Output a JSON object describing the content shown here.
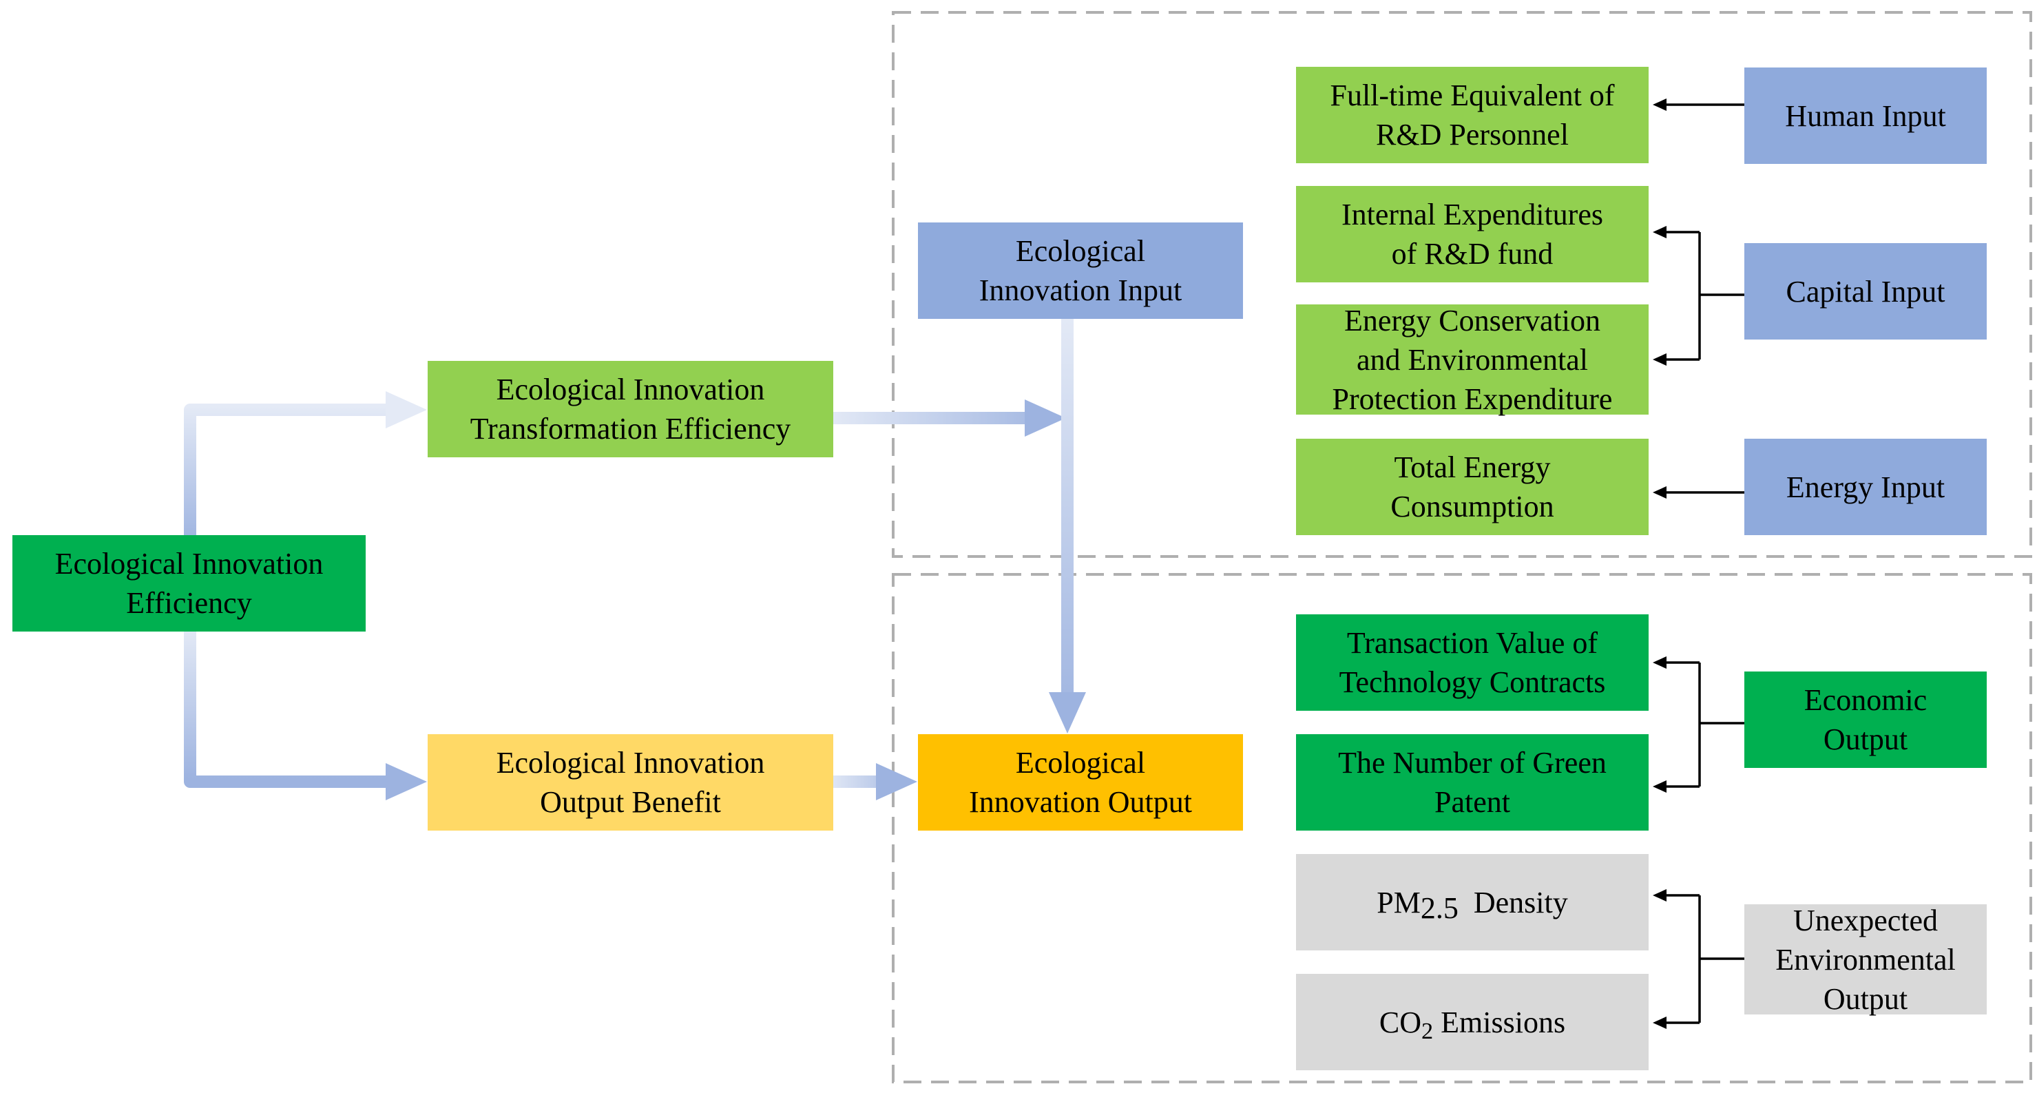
{
  "colors": {
    "blue": "#8FAADC",
    "light_green": "#92D050",
    "green": "#00B050",
    "light_yellow": "#FFD966",
    "orange": "#FFC000",
    "gray": "#D9D9D9",
    "arrow_light": "#E4EAF6",
    "arrow_dark": "#9DB3E0",
    "dash_border": "#AFAFAF"
  },
  "nodes": {
    "efficiency": {
      "line1": "Ecological Innovation",
      "line2": "Efficiency"
    },
    "transformation": {
      "line1": "Ecological Innovation",
      "line2": "Transformation Efficiency"
    },
    "output_benefit": {
      "line1": "Ecological Innovation",
      "line2": "Output Benefit"
    },
    "innovation_input": {
      "line1": "Ecological",
      "line2": "Innovation Input"
    },
    "innovation_output": {
      "line1": "Ecological",
      "line2": "Innovation Output"
    },
    "rd_personnel": {
      "line1": "Full-time Equivalent of",
      "line2": "R&D Personnel"
    },
    "rd_fund": {
      "line1": "Internal Expenditures",
      "line2": "of R&D fund"
    },
    "energy_conservation": {
      "line1": "Energy Conservation",
      "line2": "and Environmental",
      "line3": "Protection Expenditure"
    },
    "total_energy": {
      "line1": "Total Energy",
      "line2": "Consumption"
    },
    "human_input": {
      "line1": "Human Input"
    },
    "capital_input": {
      "line1": "Capital Input"
    },
    "energy_input": {
      "line1": "Energy Input"
    },
    "tech_contracts": {
      "line1": "Transaction Value of",
      "line2": "Technology Contracts"
    },
    "green_patent": {
      "line1": "The Number of Green",
      "line2": "Patent"
    },
    "pm25": {
      "prefix": "PM",
      "sub": "2.5",
      "suffix": "Density"
    },
    "co2": {
      "prefix": "CO",
      "sub": "2",
      "suffix": " Emissions"
    },
    "economic_output": {
      "line1": "Economic",
      "line2": "Output"
    },
    "unexpected_output": {
      "line1": "Unexpected",
      "line2": "Environmental",
      "line3": "Output"
    }
  }
}
